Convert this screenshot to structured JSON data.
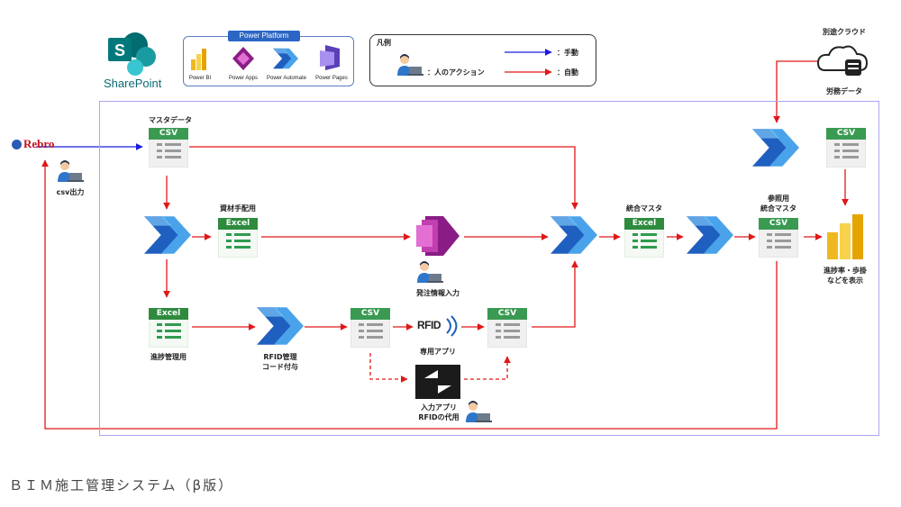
{
  "brand": {
    "sharepoint": "SharePoint",
    "rebro": "Rebro"
  },
  "power_platform": {
    "title": "Power Platform",
    "items": [
      "Power BI",
      "Power Apps",
      "Power Automate",
      "Power Pages"
    ]
  },
  "legend": {
    "title": "凡例",
    "human_action": "：人のアクション",
    "manual": "：手動",
    "auto": "：自動"
  },
  "labels": {
    "cloud": "別途クラウド",
    "labor_data": "労務データ",
    "csv_out": "csv出力",
    "master_data": "マスタデータ",
    "material": "資材手配用",
    "progress": "進捗管理用",
    "rfid_code": [
      "RFID管理",
      "コード付与"
    ],
    "order_input": "発注情報入力",
    "rfid_app": "専用アプリ",
    "input_app": [
      "入力アプリ",
      "RFIDの代用"
    ],
    "integrated": "統合マスタ",
    "ref_integrated": [
      "参照用",
      "統合マスタ"
    ],
    "result": [
      "進捗率・歩掛",
      "などを表示"
    ]
  },
  "file_tags": {
    "csv": "CSV",
    "excel": "Excel",
    "rfid": "RFID"
  },
  "caption": "ＢＩＭ施工管理システム（β版）",
  "colors": {
    "manual": "#1a1adf",
    "auto": "#e01818",
    "frame": "#a9a6f0"
  }
}
